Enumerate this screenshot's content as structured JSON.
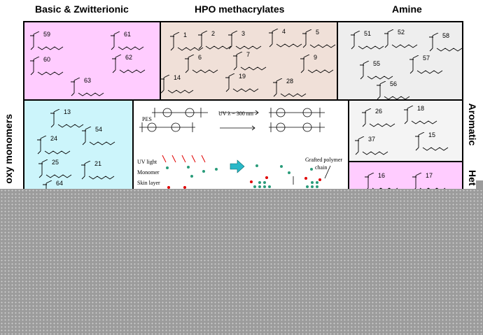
{
  "headers": {
    "basic": "Basic & Zwitterionic",
    "hpo": "HPO methacrylates",
    "amine": "Amine",
    "hydroxy": "oxy monomers",
    "aromatic": "Aromatic",
    "hetero": "Het"
  },
  "colors": {
    "pink": "#ffccff",
    "beige": "#f0e0d8",
    "lightgray": "#eeeeee",
    "cyan": "#ccf5fb",
    "occluder": "#9c9c9c"
  },
  "basic": [
    "59",
    "61",
    "60",
    "62",
    "63"
  ],
  "hpo": [
    "1",
    "2",
    "3",
    "4",
    "5",
    "6",
    "7",
    "9",
    "14",
    "19",
    "28"
  ],
  "amine": [
    "51",
    "52",
    "58",
    "55",
    "57",
    "56"
  ],
  "hydroxy": [
    "13",
    "54",
    "24",
    "25",
    "21",
    "64"
  ],
  "aromatic": [
    "26",
    "18",
    "37",
    "15"
  ],
  "hetero_list": [
    "16",
    "17"
  ],
  "scheme": {
    "pes": "PES",
    "uv_condition": "UV λ = 300 nm",
    "uv_light": "UV light",
    "monomer": "Monomer",
    "skin_layer": "Skin layer",
    "grafted": "Grafted polymer",
    "chain": "chain"
  }
}
